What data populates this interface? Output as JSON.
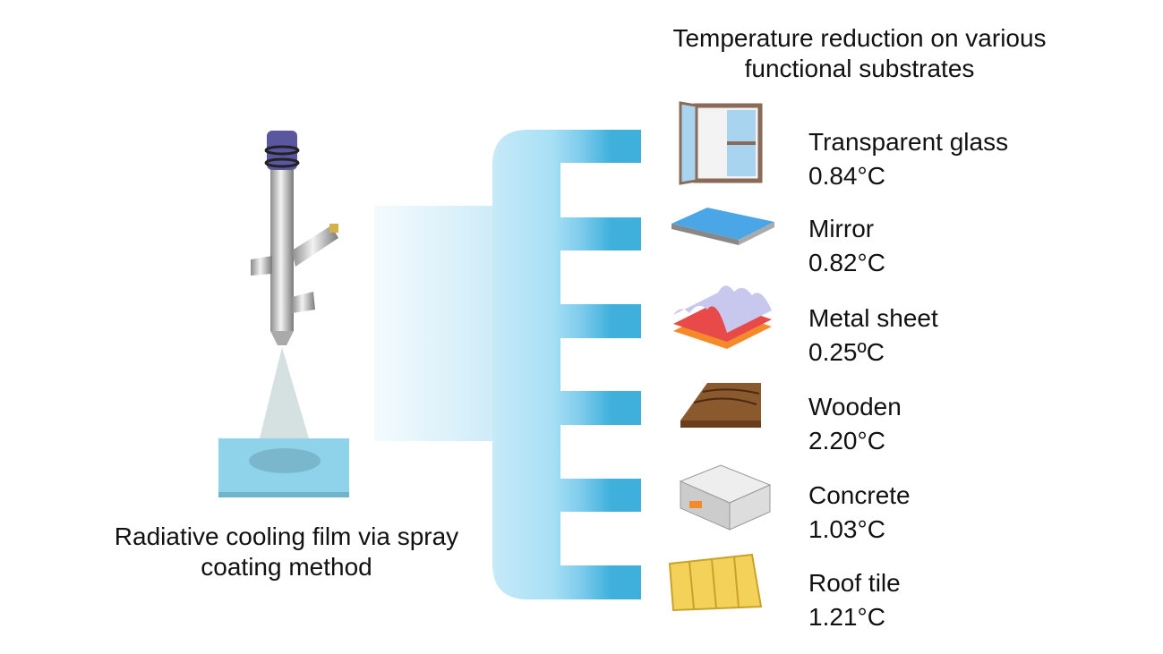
{
  "title": "Temperature reduction on various functional substrates",
  "caption": "Radiative cooling film via spray coating method",
  "substrates": [
    {
      "name": "Transparent glass",
      "value": "0.84°C",
      "icon": "window-icon"
    },
    {
      "name": "Mirror",
      "value": "0.82°C",
      "icon": "mirror-icon"
    },
    {
      "name": "Metal sheet",
      "value": "0.25ºC",
      "icon": "metal-sheet-icon"
    },
    {
      "name": "Wooden",
      "value": "2.20°C",
      "icon": "wood-icon"
    },
    {
      "name": "Concrete",
      "value": "1.03°C",
      "icon": "concrete-icon"
    },
    {
      "name": "Roof tile",
      "value": "1.21°C",
      "icon": "roof-tile-icon"
    }
  ],
  "colors": {
    "comb": "#3fb0dc",
    "comb_light": "#b8e6f7"
  }
}
